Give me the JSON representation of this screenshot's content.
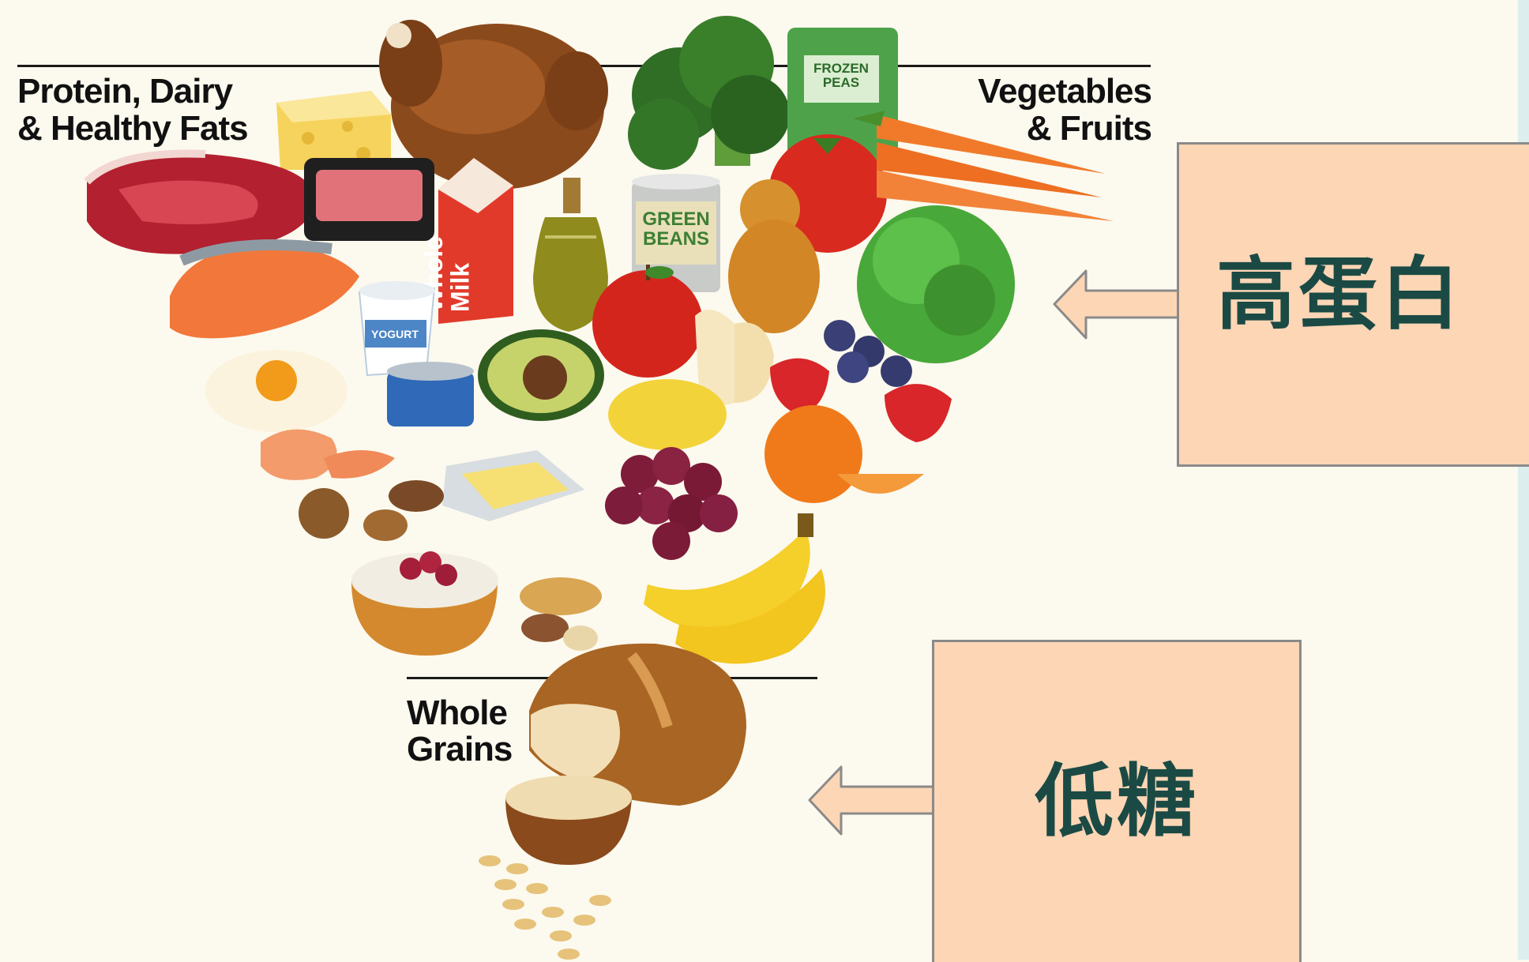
{
  "pyramid": {
    "top_left_label": "Protein, Dairy\n& Healthy Fats",
    "top_right_label": "Vegetables\n& Fruits",
    "bottom_label": "Whole\nGrains"
  },
  "food_text": {
    "frozen_peas": "FROZEN\nPEAS",
    "green_beans": "GREEN\nBEANS",
    "whole_milk": "Whole\nMilk",
    "yogurt": "YOGURT"
  },
  "callouts": {
    "high_protein": "高蛋白",
    "low_sugar": "低糖"
  },
  "colors": {
    "background": "#fcf9ee",
    "callout_fill": "#fdd6b5",
    "callout_text": "#1b4a45",
    "side_band": "#dcefee"
  }
}
